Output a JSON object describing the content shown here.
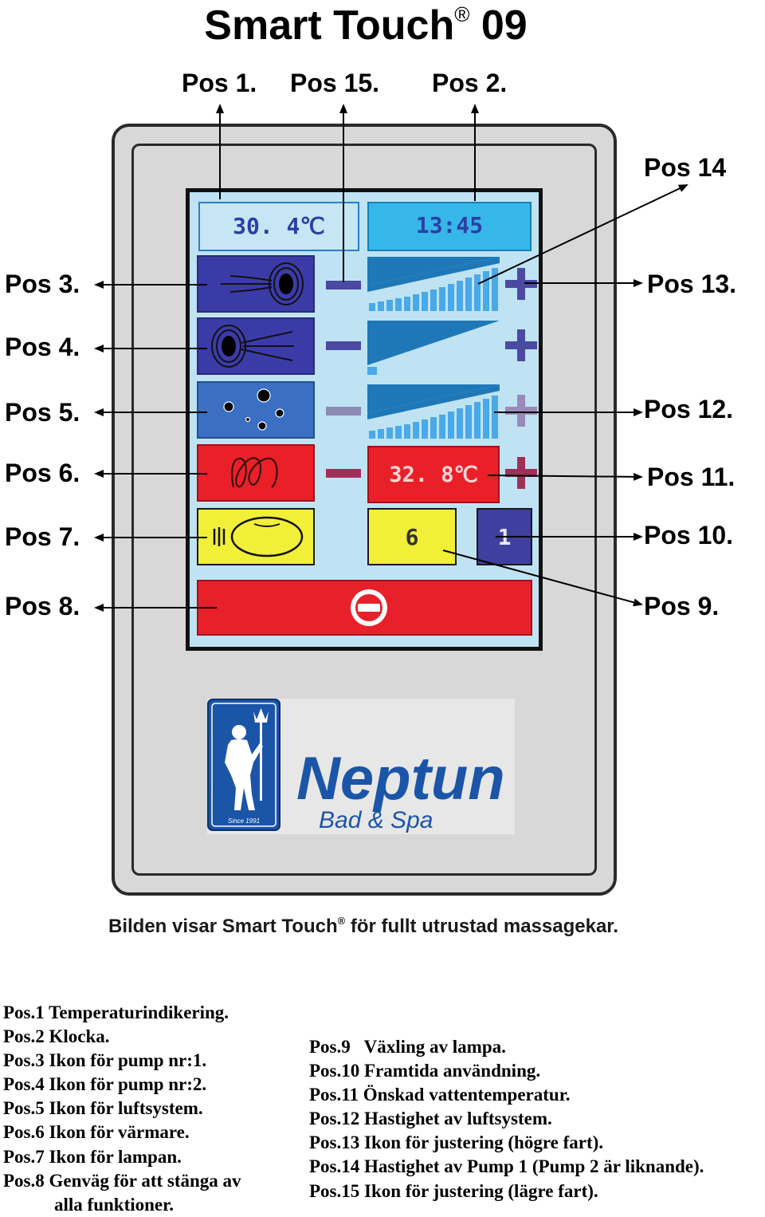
{
  "title": {
    "text": "Smart Touch",
    "mark": "®",
    "suffix": " 09"
  },
  "callouts": {
    "top": [
      "Pos 1.",
      "Pos 15.",
      "Pos 2."
    ],
    "top_right": "Pos 14",
    "left": [
      "Pos 3.",
      "Pos 4.",
      "Pos 5.",
      "Pos 6.",
      "Pos 7.",
      "Pos 8."
    ],
    "right": [
      "Pos 13.",
      "Pos 12.",
      "Pos 11.",
      "Pos 10.",
      "Pos 9."
    ]
  },
  "screen": {
    "temperature": "30. 4℃",
    "clock": "13:45",
    "set_temperature": "32. 8℃",
    "lamp_value": "6",
    "future_value": "1"
  },
  "logo": {
    "name": "Neptun",
    "sub": "Bad & Spa",
    "since": "Since 1991"
  },
  "caption": {
    "before": "Bilden visar Smart Touch",
    "mark": "®",
    "after": " för fullt utrustad massagekar."
  },
  "legend_left": [
    "Pos.1 Temperaturindikering.",
    "Pos.2 Klocka.",
    "Pos.3 Ikon för pump nr:1.",
    "Pos.4 Ikon för pump nr:2.",
    "Pos.5 Ikon för luftsystem.",
    "Pos.6 Ikon för värmare.",
    "Pos.7 Ikon för lampan.",
    "Pos.8 Genväg för att stänga av",
    "alla funktioner."
  ],
  "legend_right": [
    "Pos.9   Växling av lampa.",
    "Pos.10 Framtida användning.",
    "Pos.11 Önskad vattentemperatur.",
    "Pos.12 Hastighet av luftsystem.",
    "Pos.13 Ikon för justering (högre fart).",
    "Pos.14 Hastighet av Pump 1 (Pump 2 är liknande).",
    "Pos.15 Ikon för justering (lägre fart)."
  ]
}
